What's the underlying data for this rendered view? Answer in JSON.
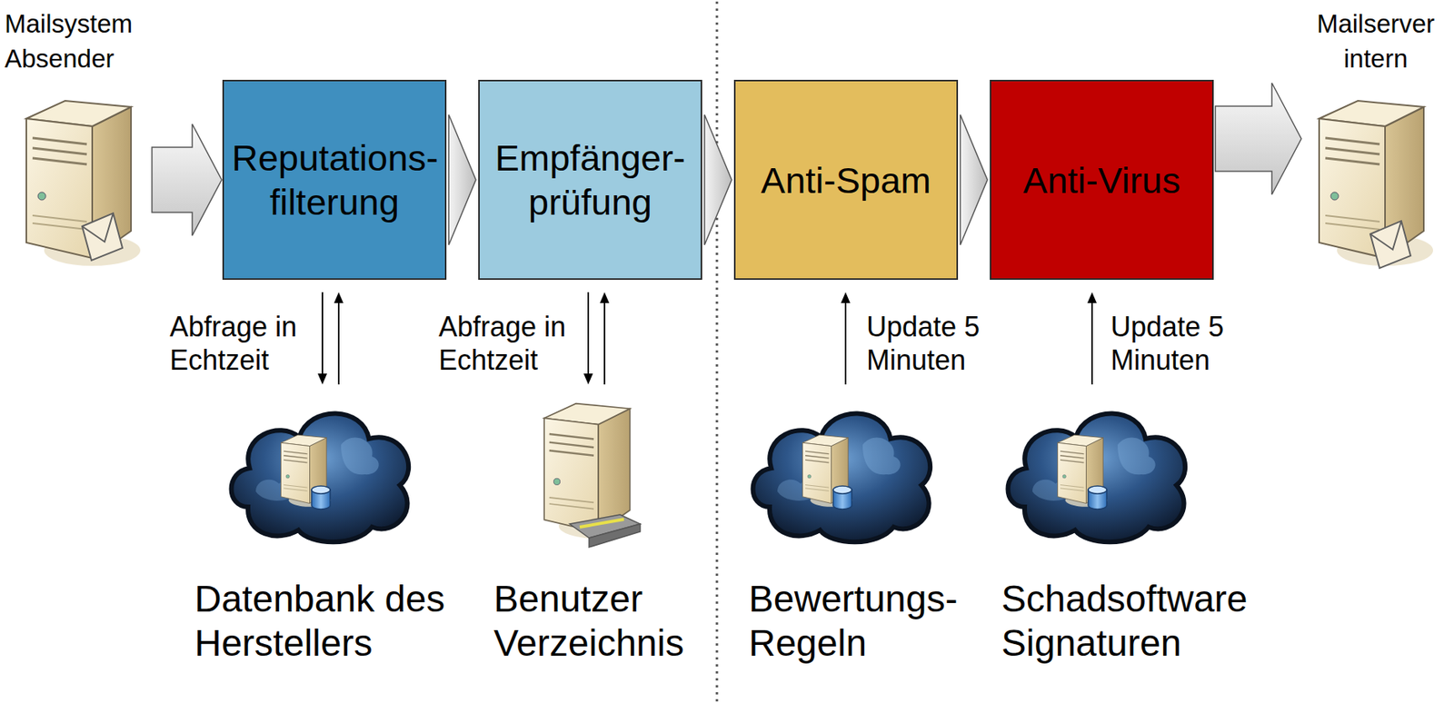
{
  "diagram": {
    "nodes": [
      {
        "text": [
          "Mailsystem Absender"
        ]
      },
      {
        "text": [
          "Reputations- filterung"
        ]
      },
      {
        "text": [
          "Empfänger- prüfung"
        ]
      },
      {
        "text": [
          "Anti-Spam"
        ]
      },
      {
        "text": [
          "Anti-Virus"
        ]
      },
      {
        "text": [
          "Mailserver intern"
        ]
      },
      {
        "text": [
          "Datenbank des Herstellers"
        ]
      },
      {
        "text": [
          "Benutzer Verzeichnis"
        ]
      },
      {
        "text": [
          "Bewertungs- Regeln"
        ]
      },
      {
        "text": [
          "Schadsoftware Signaturen"
        ]
      }
    ],
    "edges": [
      {
        "from": 0,
        "to": 1,
        "arrow": "to"
      },
      {
        "from": 1,
        "to": 2,
        "arrow": "to"
      },
      {
        "from": 2,
        "to": 3,
        "arrow": "to"
      },
      {
        "from": 3,
        "to": 4,
        "arrow": "to"
      },
      {
        "from": 4,
        "to": 5,
        "arrow": "to"
      },
      {
        "from": 1,
        "to": 6,
        "arrow": "both",
        "label": "Abfrage in Echtzeit"
      },
      {
        "from": 2,
        "to": 7,
        "arrow": "both",
        "label": "Abfrage in Echtzeit"
      },
      {
        "from": 8,
        "to": 3,
        "arrow": "to",
        "label": "Update 5 Minuten"
      },
      {
        "from": 9,
        "to": 4,
        "arrow": "to",
        "label": "Update 5 Minuten"
      }
    ]
  }
}
